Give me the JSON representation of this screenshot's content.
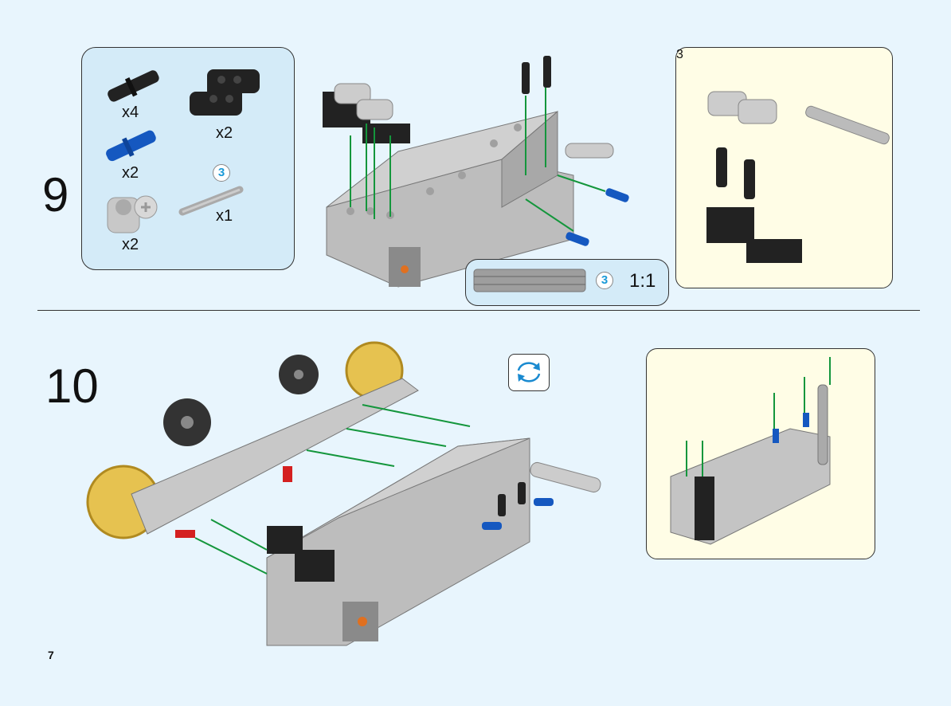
{
  "page_number": "7",
  "step9": {
    "number": "9",
    "parts": [
      {
        "name": "black-friction-pin",
        "qty": "x4",
        "color": "#222222"
      },
      {
        "name": "black-t-beam",
        "qty": "x2",
        "color": "#222222"
      },
      {
        "name": "blue-axle-pin",
        "qty": "x2",
        "color": "#1558c0"
      },
      {
        "name": "axle-3",
        "qty": "x1",
        "length": "3",
        "color": "#bdbdbd"
      },
      {
        "name": "gray-cross-block",
        "qty": "x2",
        "color": "#cfcfcf"
      }
    ],
    "scale_box": {
      "length": "3",
      "ratio": "1:1"
    },
    "subassembly_axle_length": "3"
  },
  "step10": {
    "number": "10",
    "rotate_icon": "rotate-model-icon"
  },
  "colors": {
    "arrow": "#14963c",
    "background": "#e8f5fd",
    "parts_box": "#d4ebf8",
    "subassembly_box": "#fffde6"
  }
}
